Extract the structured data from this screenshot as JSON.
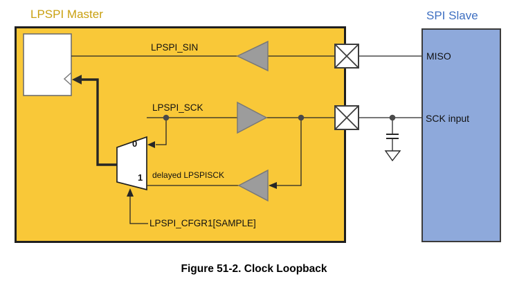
{
  "master": {
    "title": "LPSPI Master"
  },
  "slave": {
    "title": "SPI Slave",
    "pin_miso": "MISO",
    "pin_sck": "SCK input"
  },
  "labels": {
    "sin": "LPSPI_SIN",
    "sck": "LPSPI_SCK",
    "delayed": "delayed LPSPISCK",
    "sample": "LPSPI_CFGR1[SAMPLE]"
  },
  "mux": {
    "in0": "0",
    "in1": "1"
  },
  "caption": "Figure 51-2. Clock Loopback",
  "colors": {
    "master_fill": "#F9C838",
    "master_title": "#C9A00F",
    "slave_fill": "#8EA9DB",
    "slave_title": "#3E6FC1",
    "buffer_fill": "#9C9C9C",
    "line": "#262626"
  }
}
